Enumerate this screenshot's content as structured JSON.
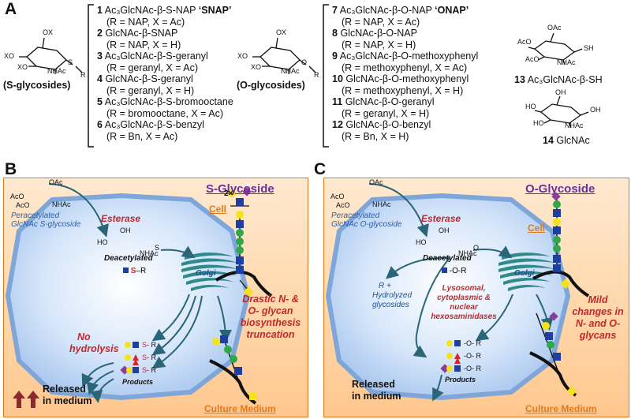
{
  "panels": {
    "a": "A",
    "b": "B",
    "c": "C"
  },
  "panel_a": {
    "s_group_label": "(S-glycosides)",
    "o_group_label": "(O-glycosides)",
    "ring_labels": {
      "ox": "OX",
      "xo": "XO",
      "nhac": "NHAc",
      "s": "S",
      "o": "O",
      "r": "R",
      "oac": "OAc",
      "aco": "AcO",
      "sh": "SH",
      "oh": "OH",
      "ho": "HO"
    },
    "s_compounds": [
      {
        "num": "1",
        "name": "Ac₃GlcNAc-β-S-NAP",
        "tag": "‘SNAP’",
        "sub": "(R = NAP, X = Ac)"
      },
      {
        "num": "2",
        "name": "GlcNAc-β-SNAP",
        "tag": "",
        "sub": "(R = NAP, X = H)"
      },
      {
        "num": "3",
        "name": "Ac₃GlcNAc-β-S-geranyl",
        "tag": "",
        "sub": "(R = geranyl, X = Ac)"
      },
      {
        "num": "4",
        "name": "GlcNAc-β-S-geranyl",
        "tag": "",
        "sub": "(R = geranyl, X = H)"
      },
      {
        "num": "5",
        "name": "Ac₃GlcNAc-β-S-bromooctane",
        "tag": "",
        "sub": "(R = bromooctane, X = Ac)"
      },
      {
        "num": "6",
        "name": "Ac₃GlcNAc-β-S-benzyl",
        "tag": "",
        "sub": "(R = Bn, X = Ac)"
      }
    ],
    "o_compounds": [
      {
        "num": "7",
        "name": "Ac₃GlcNAc-β-O-NAP",
        "tag": "‘ONAP’",
        "sub": "(R = NAP, X = Ac)"
      },
      {
        "num": "8",
        "name": "GlcNAc-β-O-NAP",
        "tag": "",
        "sub": "(R = NAP, X = H)"
      },
      {
        "num": "9",
        "name": "Ac₃GlcNAc-β-O-methoxyphenyl",
        "tag": "",
        "sub": "(R = methoxyphenyl, X = Ac)"
      },
      {
        "num": "10",
        "name": "GlcNAc-β-O-methoxyphenyl",
        "tag": "",
        "sub": "(R = methoxyphenyl, X = H)"
      },
      {
        "num": "11",
        "name": "GlcNAc-β-O-geranyl",
        "tag": "",
        "sub": "(R = geranyl, X = H)"
      },
      {
        "num": "12",
        "name": "GlcNAc-β-O-benzyl",
        "tag": "",
        "sub": "(R = Bn, X = H)"
      }
    ],
    "compound_13": {
      "num": "13",
      "name": "Ac₃GlcNAc-β-SH"
    },
    "compound_14": {
      "num": "14",
      "name": "GlcNAc"
    }
  },
  "panel_b": {
    "title": "S-Glycoside",
    "peracetylated": "Peracetylated",
    "peracetylated_2": "GlcNAc S-glycoside",
    "esterase": "Esterase",
    "deacetylated": "Deacetylated",
    "golgi": "Golgi",
    "cell": "Cell",
    "multiplier": "2×",
    "drastic_1": "Drastic N- &",
    "drastic_2": "O- glycan",
    "drastic_3": "biosynthesis",
    "drastic_4": "truncation",
    "no_hydrolysis_1": "No",
    "no_hydrolysis_2": "hydrolysis",
    "products": "Products",
    "released_1": "Released",
    "released_2": "in medium",
    "culture_medium": "Culture Medium",
    "linker_s": "S",
    "linker_r": "R",
    "ring": {
      "oac": "OAc",
      "aco": "AcO",
      "oh": "OH",
      "ho": "HO",
      "nhac": "NHAc",
      "s": "S",
      "r": "R"
    }
  },
  "panel_c": {
    "title": "O-Glycoside",
    "peracetylated": "Peracetylated",
    "peracetylated_2": "GlcNAc O-glycoside",
    "esterase": "Esterase",
    "deacetylated": "Deacetylated",
    "golgi": "Golgi",
    "cell": "Cell",
    "mild_1": "Mild",
    "mild_2": "changes in",
    "mild_3": "N- and O-",
    "mild_4": "glycans",
    "lyso_1": "Lysosomal,",
    "lyso_2": "cytoplasmic &",
    "lyso_3": "nuclear",
    "lyso_4": "hexosaminidases",
    "hydro_1": "R +",
    "hydro_2": "Hydrolyzed",
    "hydro_3": "glycosides",
    "products": "Products",
    "released_1": "Released",
    "released_2": "in medium",
    "culture_medium": "Culture Medium",
    "linker_o": "O",
    "linker_r": "R",
    "ring": {
      "oac": "OAc",
      "aco": "AcO",
      "oh": "OH",
      "ho": "HO",
      "nhac": "NHAc",
      "o": "O",
      "r": "R"
    }
  },
  "colors": {
    "orange_border": "#e07a1c",
    "orange_fill": "#ffd7aa",
    "cell_fill": "#c9ddf6",
    "cell_border": "#7fa6d8",
    "golgi": "#2f8b8a",
    "arrow": "#2a6677",
    "purple_title": "#6a2fa0",
    "red_text": "#c0282d",
    "glcnac_blue": "#1f3fa0",
    "mannose_green": "#2ea84a",
    "galactose_yellow": "#f4e21c",
    "fucose_red": "#d8232a",
    "sialic_purple": "#8a3e9c",
    "maroon_arrow": "#8a2a2a"
  }
}
